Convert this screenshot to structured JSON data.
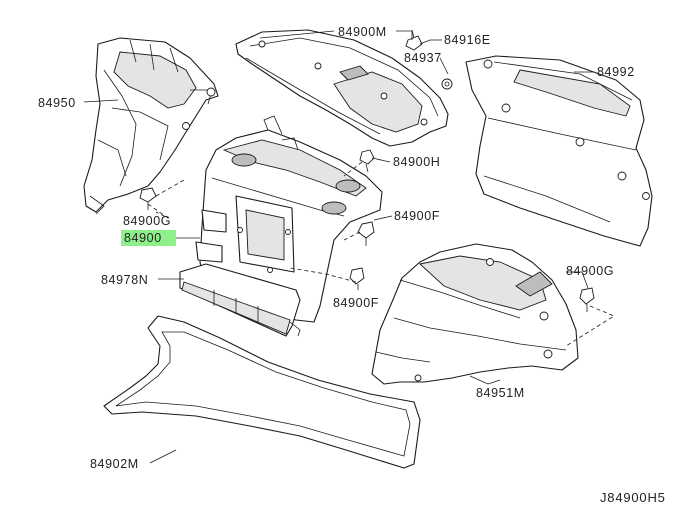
{
  "diagram_code": "J84900H5",
  "highlight_color": "#8ef08a",
  "labels": {
    "p84950": "84950",
    "p84900G_left": "84900G",
    "p84900": "84900",
    "p84978N": "84978N",
    "p84902M": "84902M",
    "p84900M": "84900M",
    "p84916E": "84916E",
    "p84937": "84937",
    "p84992": "84992",
    "p84900H": "84900H",
    "p84900F_right": "84900F",
    "p84900F_lower": "84900F",
    "p84900G_right": "84900G",
    "p84951M": "84951M"
  }
}
